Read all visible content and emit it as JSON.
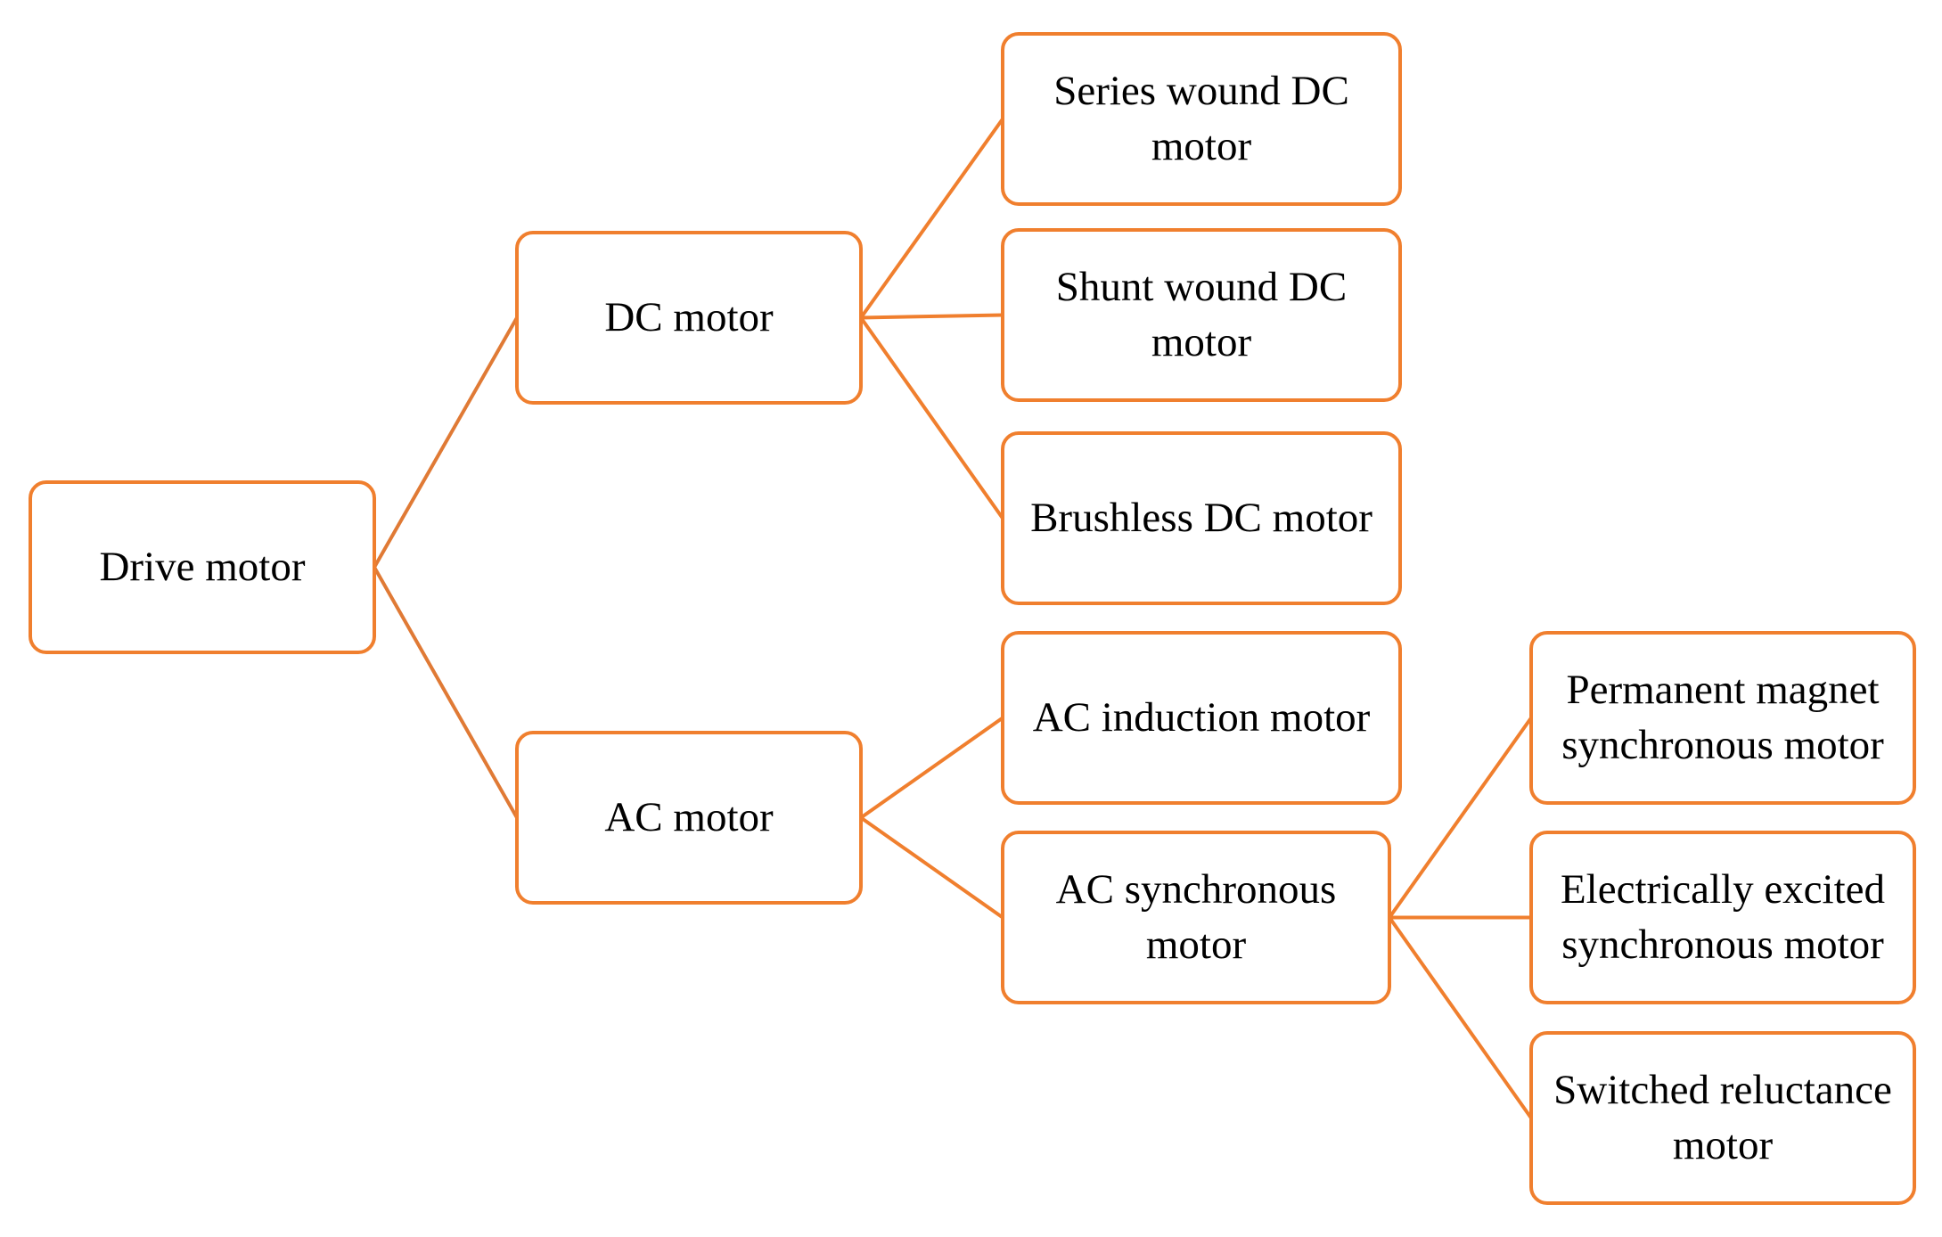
{
  "diagram": {
    "type": "tree",
    "colors": {
      "node_border": "#f07f2e",
      "connector": "#f07f2e",
      "root_connector": "#e07a35",
      "text": "#000000",
      "background": "#ffffff"
    },
    "nodes": {
      "drive": "Drive motor",
      "dc": "DC motor",
      "ac": "AC motor",
      "series": "Series wound DC motor",
      "shunt": "Shunt wound DC motor",
      "brushless": "Brushless DC motor",
      "induction": "AC induction motor",
      "sync": "AC synchronous motor",
      "pm": "Permanent magnet synchronous motor",
      "ee": "Electrically excited synchronous motor",
      "sr": "Switched reluctance motor"
    },
    "edges": [
      [
        "drive",
        "dc"
      ],
      [
        "drive",
        "ac"
      ],
      [
        "dc",
        "series"
      ],
      [
        "dc",
        "shunt"
      ],
      [
        "dc",
        "brushless"
      ],
      [
        "ac",
        "induction"
      ],
      [
        "ac",
        "sync"
      ],
      [
        "sync",
        "pm"
      ],
      [
        "sync",
        "ee"
      ],
      [
        "sync",
        "sr"
      ]
    ]
  }
}
